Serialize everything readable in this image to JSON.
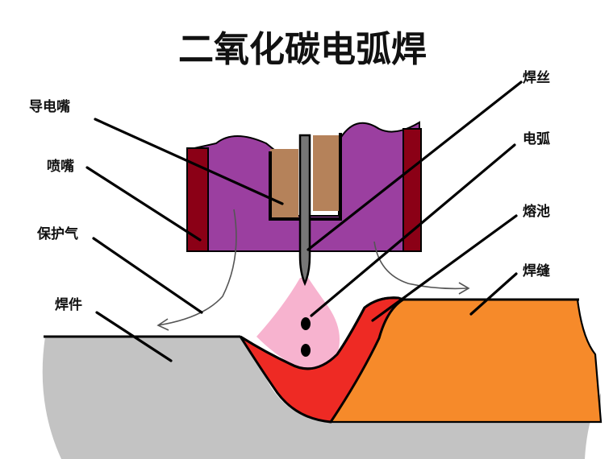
{
  "title": "二氧化碳电弧焊",
  "labels": {
    "contact_tip": "导电嘴",
    "nozzle": "喷嘴",
    "shielding_gas": "保护气",
    "workpiece": "焊件",
    "wire": "焊丝",
    "arc": "电弧",
    "molten_pool": "熔池",
    "weld_seam": "焊缝"
  },
  "colors": {
    "nozzle_body": "#9b3fa0",
    "nozzle_wall": "#8b0016",
    "contact_tip": "#b5825a",
    "wire": "#777777",
    "arc": "#f7b3cf",
    "molten_pool": "#ee2a24",
    "weld_seam": "#f68a2a",
    "workpiece": "#c3c3c3"
  }
}
